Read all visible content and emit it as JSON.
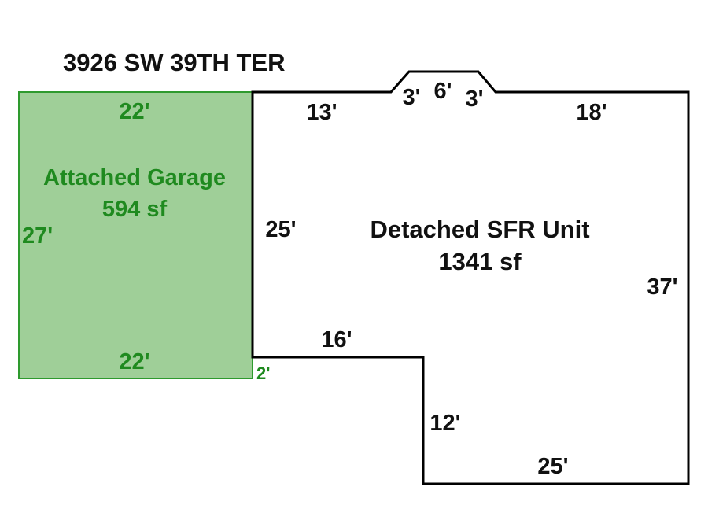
{
  "address": "3926 SW 39TH TER",
  "colors": {
    "garage_fill": "#9fcf98",
    "garage_stroke": "#2e9a2e",
    "garage_text": "#1f8a1f",
    "outline": "#000000",
    "text": "#111111"
  },
  "garage": {
    "name": "Attached Garage",
    "area": "594 sf",
    "dims": {
      "top": "22'",
      "bottom": "22'",
      "left": "27'",
      "offset": "2'"
    }
  },
  "house": {
    "name": "Detached SFR Unit",
    "area": "1341 sf",
    "dims": {
      "top_left": "13'",
      "bay_left": "3'",
      "bay_top": "6'",
      "bay_right": "3'",
      "top_right": "18'",
      "right": "37'",
      "bottom": "25'",
      "notch_vertical": "12'",
      "notch_horizontal": "16'",
      "left": "25'"
    }
  }
}
